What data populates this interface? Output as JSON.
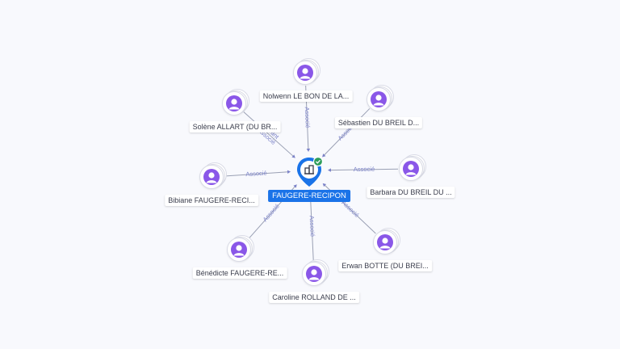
{
  "center": {
    "label": "FAUGERE-RECIPON",
    "icon": "building-icon",
    "badge": "check-badge-icon"
  },
  "colors": {
    "accent": "#1a73e8",
    "avatar": "#8a57e8",
    "edge": "#9aa0b4",
    "edge_label": "#7b82c8",
    "badge": "#2e9d5b"
  },
  "people": [
    {
      "id": "nolwenn",
      "label": "Nolwenn LE BON DE LA...",
      "relation": "Associé"
    },
    {
      "id": "sebastien",
      "label": "Sébastien DU BREIL D...",
      "relation": "Associé"
    },
    {
      "id": "solene",
      "label": "Solène ALLART (DU BR...",
      "relation": "Gérant Associé"
    },
    {
      "id": "barbara",
      "label": "Barbara DU BREIL DU ...",
      "relation": "Associé"
    },
    {
      "id": "bibiane",
      "label": "Bibiane FAUGERE-RECI...",
      "relation": "Associé"
    },
    {
      "id": "erwan",
      "label": "Erwan BOTTE (DU BREI...",
      "relation": "Associé"
    },
    {
      "id": "benedicte",
      "label": "Bénédicte FAUGERE-RE...",
      "relation": "Associé"
    },
    {
      "id": "caroline",
      "label": "Caroline ROLLAND DE ...",
      "relation": "Associé"
    }
  ]
}
